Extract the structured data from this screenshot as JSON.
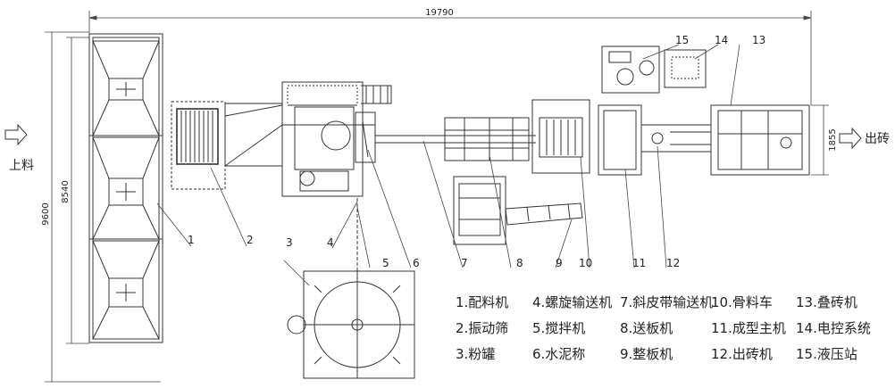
{
  "dimensions": {
    "total_length": "19790",
    "total_height": "9600",
    "inner_height": "8540",
    "exit_width": "1855"
  },
  "flow": {
    "input_label": "上料",
    "output_label": "出砖"
  },
  "callouts": [
    "1",
    "2",
    "3",
    "4",
    "5",
    "6",
    "7",
    "8",
    "9",
    "10",
    "11",
    "12",
    "13",
    "14",
    "15"
  ],
  "legend": [
    [
      "1.配料机",
      "4.螺旋输送机",
      "7.斜皮带输送机",
      "10.骨料车",
      "13.叠砖机"
    ],
    [
      "2.振动筛",
      "5.搅拌机",
      "8.送板机",
      "11.成型主机",
      "14.电控系统"
    ],
    [
      "3.粉罐",
      "6.水泥称",
      "9.整板机",
      "12.出砖机",
      "15.液压站"
    ]
  ]
}
